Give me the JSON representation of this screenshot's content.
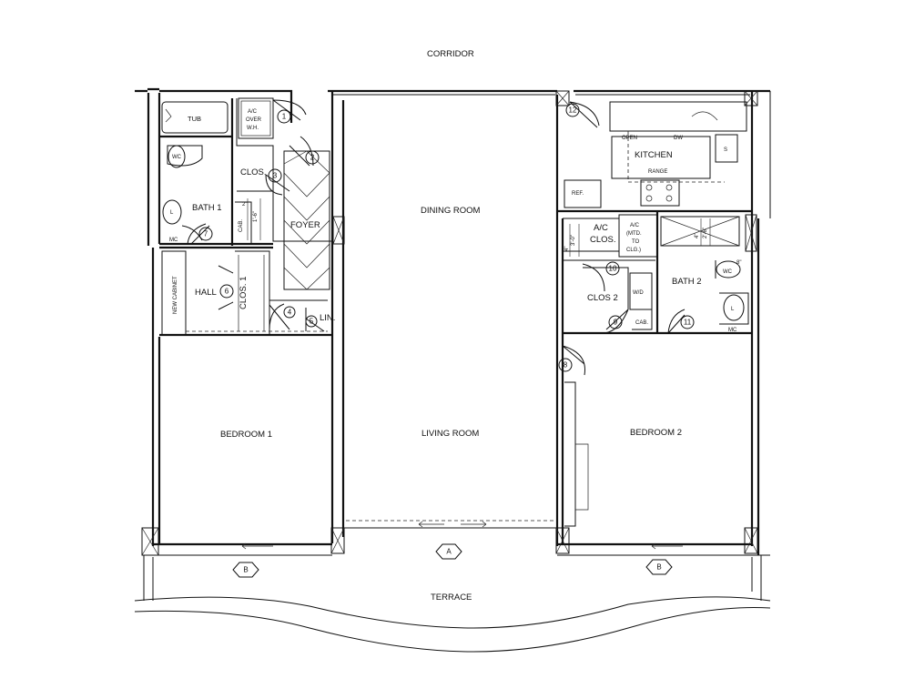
{
  "plan": {
    "corridor": "CORRIDOR",
    "terrace": "TERRACE",
    "rooms": {
      "dining_room": "DINING ROOM",
      "living_room": "LIVING ROOM",
      "bedroom_1": "BEDROOM 1",
      "bedroom_2": "BEDROOM 2",
      "kitchen": "KITCHEN",
      "bath_1": "BATH 1",
      "bath_2": "BATH 2",
      "foyer": "FOYER",
      "hall": "HALL",
      "clos": "CLOS.",
      "clos_1": "CLOS. 1",
      "clos_2": "CLOS 2",
      "lin": "LIN.",
      "ac_clos_line1": "A/C",
      "ac_clos_line2": "CLOS."
    },
    "fixtures": {
      "tub": "TUB",
      "wc": "WC",
      "lav": "L",
      "mc": "MC",
      "new_cabinet": "NEW CABINET",
      "cab": "CAB.",
      "wd": "W/D",
      "ref": "REF.",
      "range": "RANGE",
      "open": "OPEN",
      "dw": "DW",
      "sink": "S",
      "ac_wh_line1": "A/C",
      "ac_wh_line2": "OVER",
      "ac_wh_line3": "W.H.",
      "ac_mtd_line1": "A/C",
      "ac_mtd_line2": "(MTD.",
      "ac_mtd_line3": "TO",
      "ac_mtd_line4": "CLG.)"
    },
    "dimensions": {
      "dim_2in": "2\"",
      "dim_1ft6": "1'-6\"",
      "dim_3ft0": "3'-0\"",
      "dim_4in": "4\"",
      "dim_2ft6": "2'-6\"",
      "dim_8in": "8\""
    },
    "door_markers": [
      "1",
      "2",
      "3",
      "4",
      "5",
      "6",
      "7",
      "8",
      "9",
      "10",
      "11",
      "12"
    ],
    "window_markers": {
      "a": "A",
      "b_left": "B",
      "b_right": "B"
    }
  }
}
